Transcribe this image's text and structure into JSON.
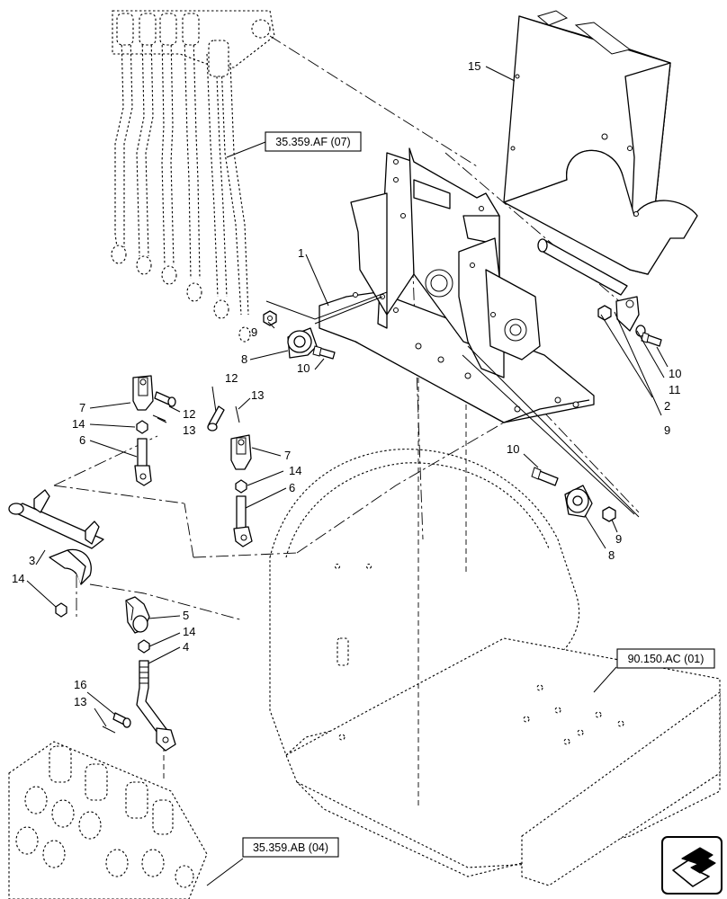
{
  "callouts": [
    {
      "id": "c1",
      "text": "1"
    },
    {
      "id": "c2",
      "text": "2"
    },
    {
      "id": "c3",
      "text": "3"
    },
    {
      "id": "c4",
      "text": "4"
    },
    {
      "id": "c5",
      "text": "5"
    },
    {
      "id": "c6a",
      "text": "6"
    },
    {
      "id": "c6b",
      "text": "6"
    },
    {
      "id": "c7a",
      "text": "7"
    },
    {
      "id": "c7b",
      "text": "7"
    },
    {
      "id": "c8a",
      "text": "8"
    },
    {
      "id": "c8b",
      "text": "8"
    },
    {
      "id": "c9a",
      "text": "9"
    },
    {
      "id": "c9b",
      "text": "9"
    },
    {
      "id": "c9c",
      "text": "9"
    },
    {
      "id": "c10a",
      "text": "10"
    },
    {
      "id": "c10b",
      "text": "10"
    },
    {
      "id": "c10c",
      "text": "10"
    },
    {
      "id": "c11",
      "text": "11"
    },
    {
      "id": "c12a",
      "text": "12"
    },
    {
      "id": "c12b",
      "text": "12"
    },
    {
      "id": "c13a",
      "text": "13"
    },
    {
      "id": "c13b",
      "text": "13"
    },
    {
      "id": "c13c",
      "text": "13"
    },
    {
      "id": "c14a",
      "text": "14"
    },
    {
      "id": "c14b",
      "text": "14"
    },
    {
      "id": "c14c",
      "text": "14"
    },
    {
      "id": "c14d",
      "text": "14"
    },
    {
      "id": "c15",
      "text": "15"
    },
    {
      "id": "c16",
      "text": "16"
    }
  ],
  "references": {
    "ref_af": "35.359.AF (07)",
    "ref_ac": "90.150.AC (01)",
    "ref_ab": "35.359.AB (04)"
  },
  "nav_icon": "next-page-arrow-icon"
}
